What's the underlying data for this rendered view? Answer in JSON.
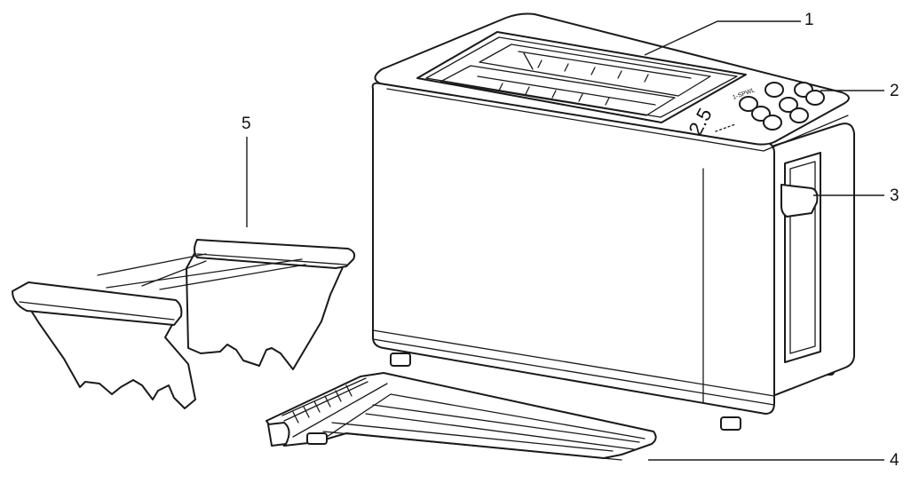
{
  "diagram": {
    "callouts": [
      {
        "id": "1",
        "label": "1"
      },
      {
        "id": "2",
        "label": "2"
      },
      {
        "id": "3",
        "label": "3"
      },
      {
        "id": "4",
        "label": "4"
      },
      {
        "id": "5",
        "label": "5"
      }
    ],
    "display_reading": "2.5",
    "panel_text": "1-SPWL"
  }
}
